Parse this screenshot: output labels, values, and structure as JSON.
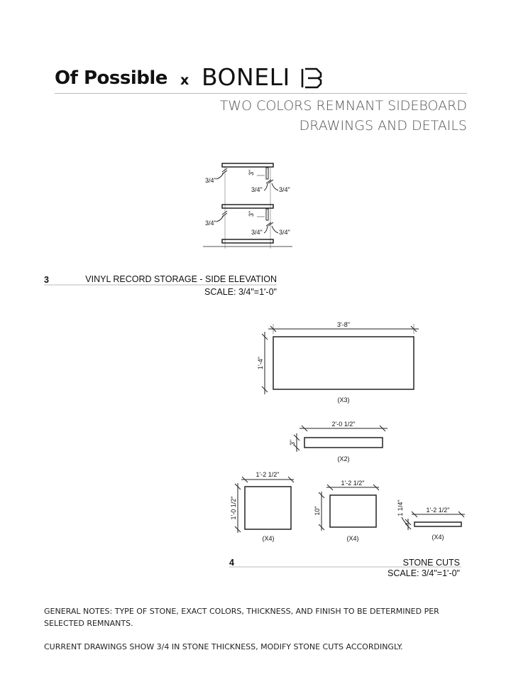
{
  "header": {
    "brand_left": "Of Possible",
    "brand_separator": "x",
    "brand_right": "BONELI",
    "logo_icon": "boneli-b-logo",
    "title_line1": "TWO COLORS REMNANT SIDEBOARD",
    "title_line2": "DRAWINGS AND DETAILS"
  },
  "detail_3": {
    "number": "3",
    "title": "VINYL RECORD STORAGE - SIDE ELEVATION",
    "scale": "SCALE: 3/4\"=1'-0\"",
    "dims": {
      "shelf_thickness": "3/4\"",
      "lip_height": "3\"",
      "lip_left": "3/4\"",
      "lip_right": "3/4\""
    }
  },
  "detail_4": {
    "number": "4",
    "title": "STONE CUTS",
    "scale": "SCALE: 3/4\"=1'-0\"",
    "pieces": [
      {
        "width": "3'-8\"",
        "height": "1'-4\"",
        "qty": "(X3)"
      },
      {
        "width": "2'-0 1/2\"",
        "height": "3\"",
        "qty": "(X2)"
      },
      {
        "width": "1'-2 1/2\"",
        "height": "1'-0 1/2\"",
        "qty": "(X4)"
      },
      {
        "width": "1'-2 1/2\"",
        "height": "10\"",
        "qty": "(X4)"
      },
      {
        "width": "1'-2 1/2\"",
        "height": "1 1/4\"",
        "qty": "(X4)"
      }
    ]
  },
  "notes": {
    "line1": "GENERAL NOTES: TYPE OF STONE, EXACT COLORS, THICKNESS, AND FINISH TO BE DETERMINED PER",
    "line2": "SELECTED REMNANTS.",
    "line3": "CURRENT DRAWINGS SHOW 3/4 IN STONE THICKNESS, MODIFY STONE CUTS ACCORDINGLY."
  }
}
